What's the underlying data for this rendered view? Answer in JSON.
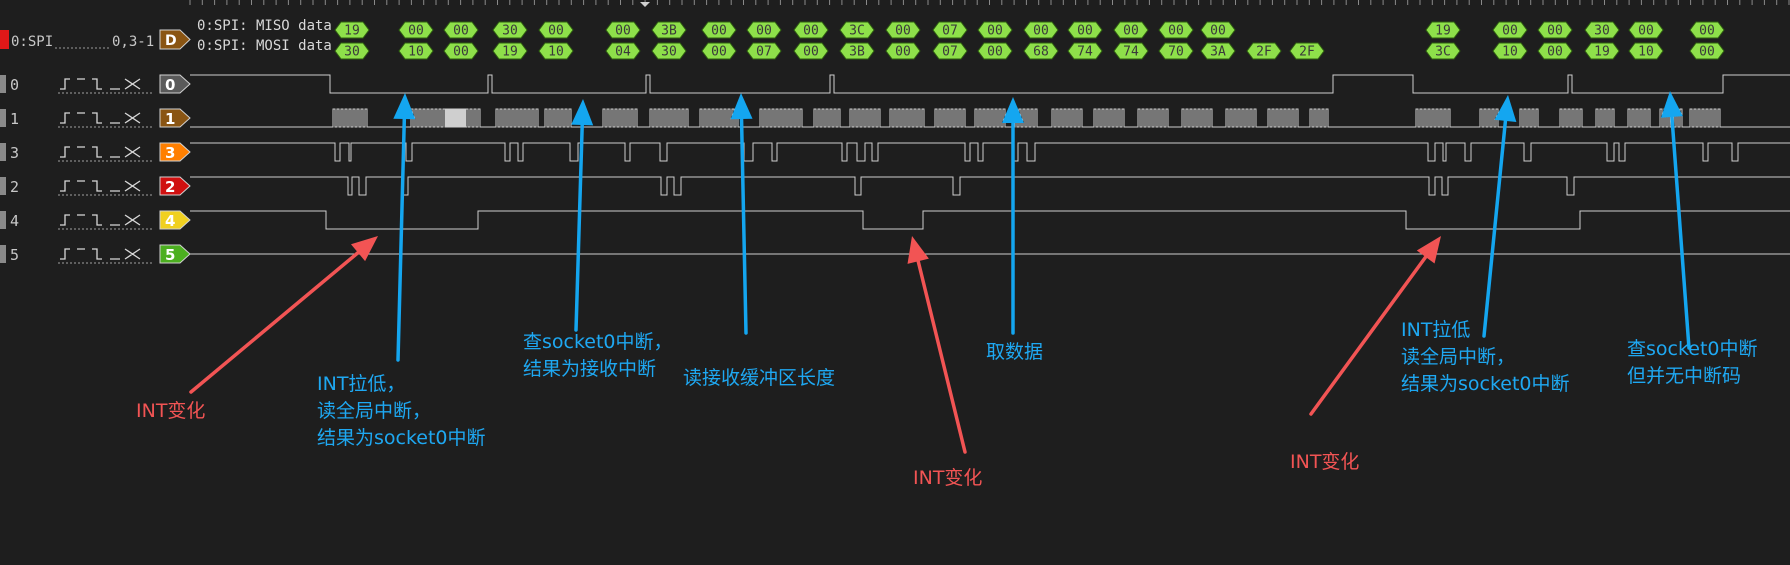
{
  "colors": {
    "background": "#1e1e1e",
    "trace": "#cfcfcf",
    "packet": "#8ee04a",
    "arrow_blue": "#14a6f0",
    "arrow_red": "#f25454",
    "text_blue": "#1ea8f2",
    "text_red": "#f25454"
  },
  "decoder": {
    "name": "0:SPI",
    "range": "0,3-1",
    "tag": "D",
    "tag_color": "#8a5513",
    "row_miso": "0:SPI: MISO data",
    "row_mosi": "0:SPI: MOSI data"
  },
  "spi": {
    "miso": [
      "19",
      "00",
      "00",
      "30",
      "00",
      "00",
      "3B",
      "00",
      "00",
      "00",
      "3C",
      "00",
      "07",
      "00",
      "00",
      "00",
      "00",
      "00",
      "00",
      "19",
      "00",
      "00",
      "30",
      "00",
      "00"
    ],
    "mosi": [
      "30",
      "10",
      "00",
      "19",
      "10",
      "04",
      "30",
      "00",
      "07",
      "00",
      "3B",
      "00",
      "07",
      "00",
      "68",
      "74",
      "74",
      "70",
      "3A",
      "2F",
      "2F",
      "3C",
      "10",
      "00",
      "19",
      "10",
      "00"
    ]
  },
  "channels": [
    {
      "num": "0",
      "badge": "0",
      "color": "#5a5a5a",
      "text_color": "#ffffff"
    },
    {
      "num": "1",
      "badge": "1",
      "color": "#8a5513",
      "text_color": "#ffffff"
    },
    {
      "num": "3",
      "badge": "3",
      "color": "#ff7f00",
      "text_color": "#ffffff"
    },
    {
      "num": "2",
      "badge": "2",
      "color": "#d01010",
      "text_color": "#ffffff"
    },
    {
      "num": "4",
      "badge": "4",
      "color": "#f0d020",
      "text_color": "#ffffff"
    },
    {
      "num": "5",
      "badge": "5",
      "color": "#4caf20",
      "text_color": "#ffffff"
    }
  ],
  "trigger_glyphs": "_┘‾ ‾└_ _ ‾ X",
  "annotations": [
    {
      "id": "int-change-1",
      "lines": [
        "INT变化"
      ],
      "color": "red"
    },
    {
      "id": "int-low-1",
      "lines": [
        "INT拉低，",
        "读全局中断，",
        "结果为socket0中断"
      ],
      "color": "blue"
    },
    {
      "id": "check-socket0",
      "lines": [
        "查socket0中断，",
        "结果为接收中断"
      ],
      "color": "blue"
    },
    {
      "id": "read-rx-len",
      "lines": [
        "读接收缓冲区长度"
      ],
      "color": "blue"
    },
    {
      "id": "fetch-data",
      "lines": [
        "取数据"
      ],
      "color": "blue"
    },
    {
      "id": "int-change-2",
      "lines": [
        "INT变化"
      ],
      "color": "red"
    },
    {
      "id": "int-change-3",
      "lines": [
        "INT变化"
      ],
      "color": "red"
    },
    {
      "id": "int-low-2",
      "lines": [
        "INT拉低",
        "读全局中断，",
        "结果为socket0中断"
      ],
      "color": "blue"
    },
    {
      "id": "check-socket0-none",
      "lines": [
        "查socket0中断",
        "但并无中断码"
      ],
      "color": "blue"
    }
  ]
}
